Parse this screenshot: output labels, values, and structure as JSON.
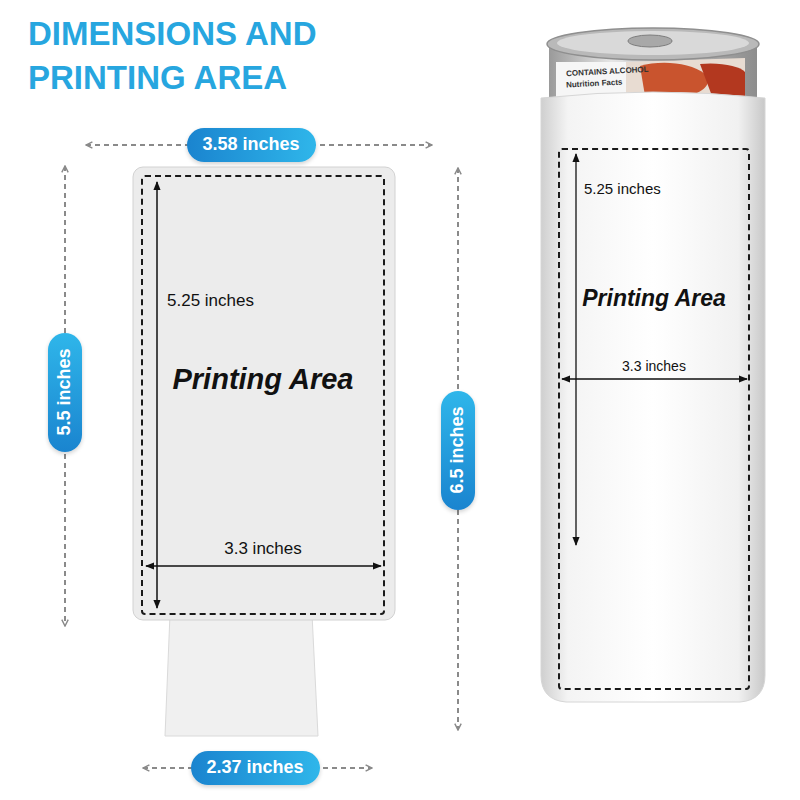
{
  "diagram": {
    "title": "DIMENSIONS AND PRINTING AREA",
    "nodes": [
      {
        "text": [
          "3.58 inches"
        ]
      },
      {
        "text": [
          "5.25 inches",
          "Printing Area",
          "3.3 inches"
        ]
      },
      {
        "text": [
          "5.5 inches"
        ]
      },
      {
        "text": [
          "6.5 inches"
        ]
      },
      {
        "text": [
          "5.25 inches",
          "Printing Area",
          "3.3 inches"
        ]
      },
      {
        "text": [
          "2.37 inches"
        ]
      }
    ],
    "labels": [
      "CONTAINS ALCOHOL",
      "Nutrition Facts"
    ]
  }
}
